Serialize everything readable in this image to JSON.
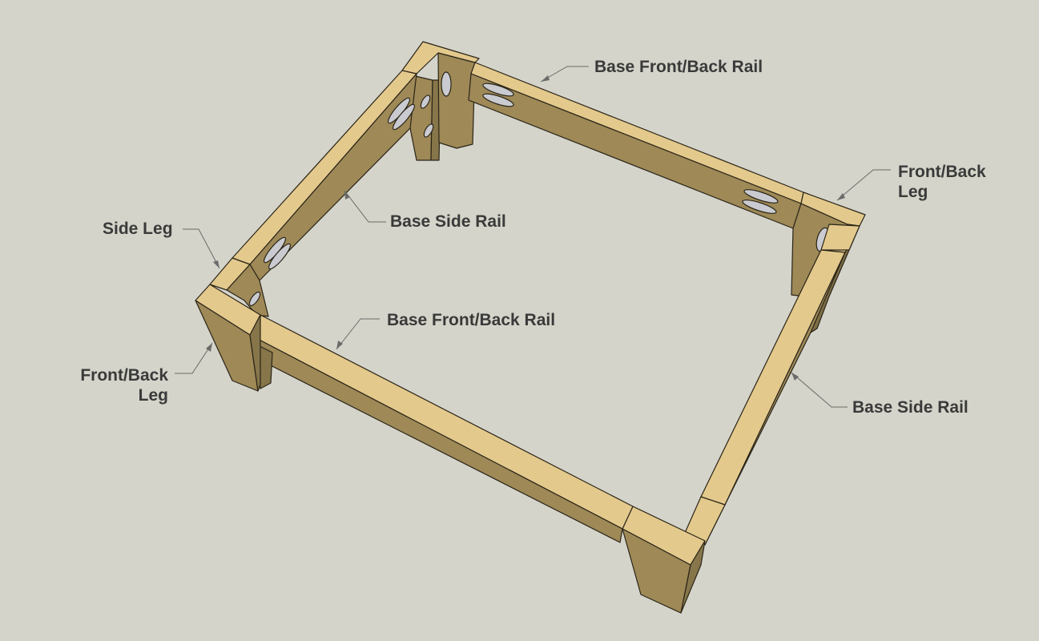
{
  "colors": {
    "background": "#d4d4ca",
    "wood_top": "#e3c98c",
    "wood_side": "#9e8957",
    "wood_dark": "#87764a",
    "pocket_hole": "#c9cbd0",
    "edge": "#2a2418",
    "text": "#3a3a3a",
    "leader": "#6b6b6b"
  },
  "labels": {
    "base_front_back_rail_top": "Base Front/Back Rail",
    "front_back_leg_right_line1": "Front/Back",
    "front_back_leg_right_line2": "Leg",
    "base_side_rail_left": "Base Side Rail",
    "side_leg": "Side Leg",
    "base_front_back_rail_front": "Base Front/Back Rail",
    "front_back_leg_left_line1": "Front/Back",
    "front_back_leg_left_line2": "Leg",
    "base_side_rail_right": "Base Side Rail"
  }
}
